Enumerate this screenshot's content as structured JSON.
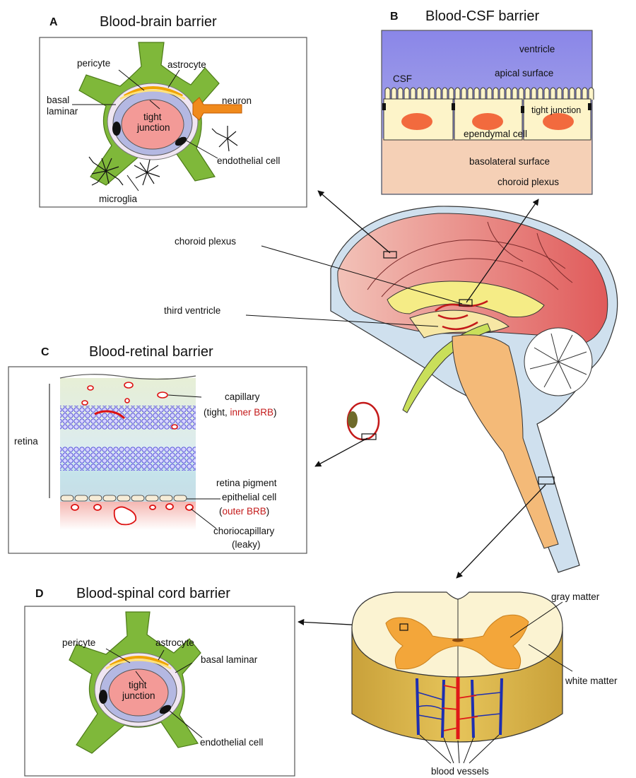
{
  "panels": {
    "A": {
      "letter": "A",
      "title": "Blood-brain barrier",
      "labels": {
        "pericyte": "pericyte",
        "astrocyte": "astrocyte",
        "basal_1": "basal",
        "basal_2": "laminar",
        "neuron": "neuron",
        "tight_1": "tight",
        "tight_2": "junction",
        "endothelial": "endothelial cell",
        "microglia": "microglia"
      }
    },
    "B": {
      "letter": "B",
      "title": "Blood-CSF barrier",
      "labels": {
        "ventricle": "ventricle",
        "apical": "apical surface",
        "csf": "CSF",
        "tight": "tight junction",
        "ependymal": "ependymal cell",
        "basolateral": "basolateral surface",
        "choroid": "choroid plexus"
      }
    },
    "C": {
      "letter": "C",
      "title": "Blood-retinal barrier",
      "labels": {
        "retina": "retina",
        "capillary": "capillary",
        "tight_pre": "(tight, ",
        "tight_red": "inner BRB",
        "tight_post": ")",
        "rpe_1": "retina pigment",
        "rpe_2": "epithelial cell",
        "outer_pre": "(",
        "outer_red": "outer BRB",
        "outer_post": ")",
        "chorio_1": "choriocapillary",
        "chorio_2": "(leaky)"
      }
    },
    "D": {
      "letter": "D",
      "title": "Blood-spinal cord barrier",
      "labels": {
        "pericyte": "pericyte",
        "astrocyte": "astrocyte",
        "basal": "basal laminar",
        "tight_1": "tight",
        "tight_2": "junction",
        "endothelial": "endothelial cell"
      }
    }
  },
  "brain": {
    "choroid_plexus": "choroid plexus",
    "third_ventricle": "third ventricle"
  },
  "spinal_cord": {
    "gray_matter": "gray matter",
    "white_matter": "white matter",
    "blood_vessels": "blood vessels"
  }
}
